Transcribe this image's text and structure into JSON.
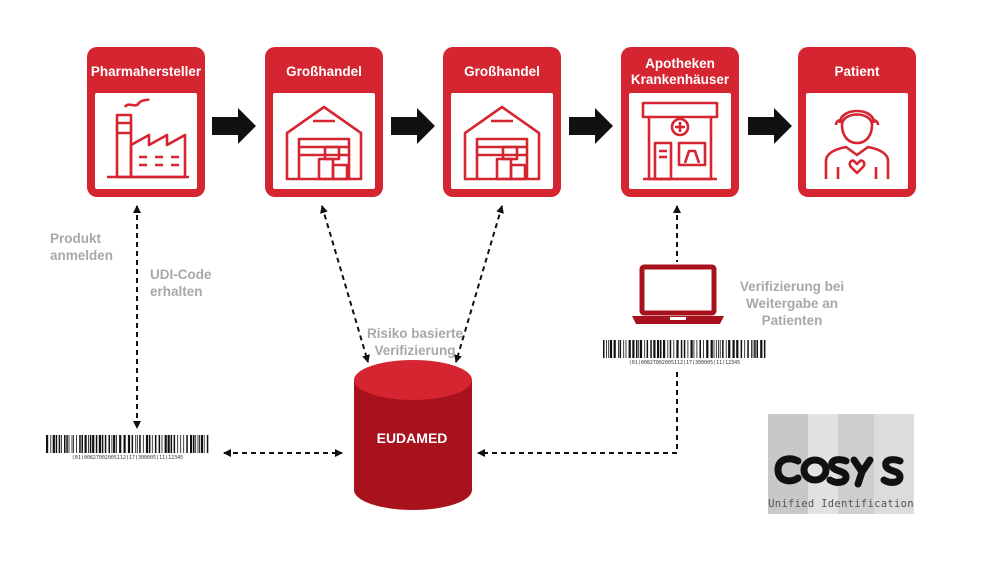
{
  "nodes": {
    "manufacturer": "Pharmahersteller",
    "wholesale_1": "Großhandel",
    "wholesale_2": "Großhandel",
    "pharmacy_line1": "Apotheken",
    "pharmacy_line2": "Krankenhäuser",
    "patient": "Patient",
    "database": "EUDAMED"
  },
  "labels": {
    "register_line1": "Produkt",
    "register_line2": "anmelden",
    "udi_line1": "UDI-Code",
    "udi_line2": "erhalten",
    "risk_line1": "Risiko basierte",
    "risk_line2": "Verifizierung",
    "verify_line1": "Verifizierung bei",
    "verify_line2": "Weitergabe an",
    "verify_line3": "Patienten"
  },
  "barcodes": {
    "left_digits": "(01)00827002005112(17)300005(11)12345",
    "right_digits": "(01)00827002005112(17)300005(11)12345"
  },
  "logo": {
    "wordmark": "COSYS",
    "tagline": "Unified Identification"
  },
  "colors": {
    "brand_red": "#d42530",
    "dark_red": "#a8121c",
    "label_gray": "#a8a8a8"
  },
  "icons": {
    "manufacturer": "factory-icon",
    "wholesale": "warehouse-icon",
    "pharmacy": "pharmacy-store-icon",
    "patient": "patient-icon",
    "verification": "laptop-icon",
    "database": "database-icon"
  }
}
